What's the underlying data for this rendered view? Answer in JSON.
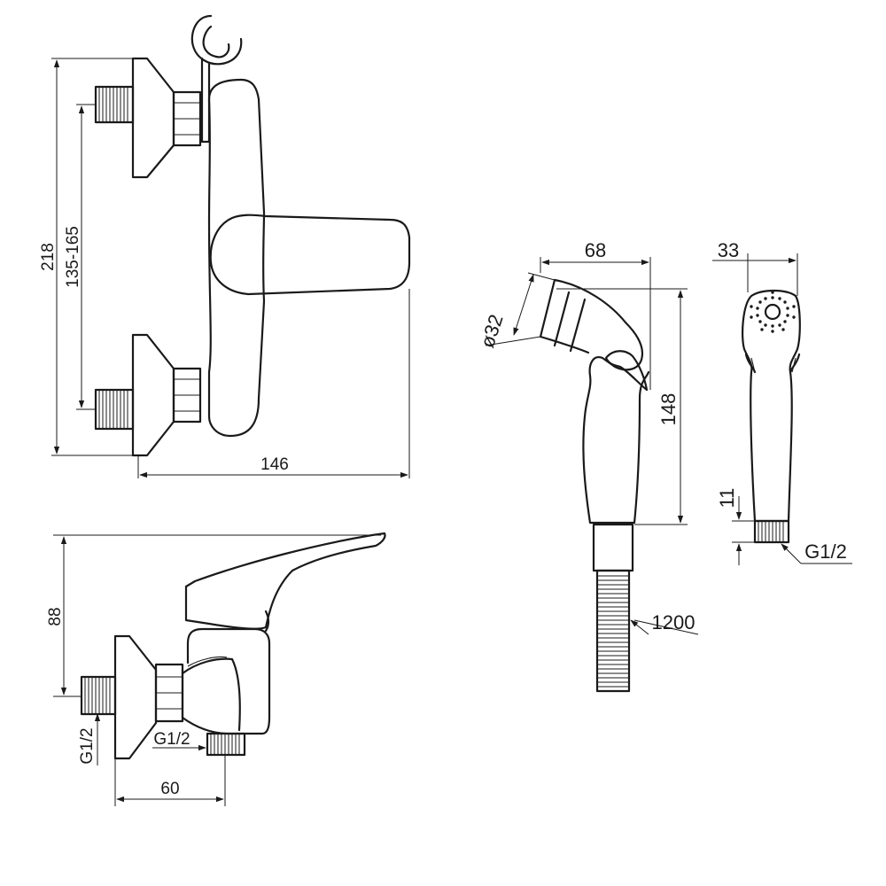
{
  "dimensions": {
    "front_height": "218",
    "front_spacing": "135-165",
    "front_width": "146",
    "side_height": "88",
    "side_depth": "60",
    "side_thread_inlet": "G1/2",
    "side_thread_outlet": "G1/2",
    "spray_width": "68",
    "spray_diameter": "ø32",
    "spray_height": "148",
    "hose_length": "1200",
    "spray_side_width": "33",
    "spray_thread_length": "11",
    "spray_thread": "G1/2"
  }
}
